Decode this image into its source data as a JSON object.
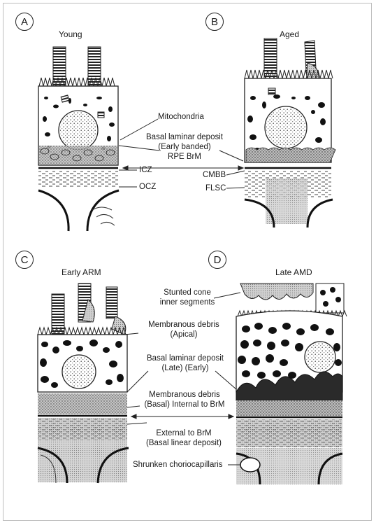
{
  "panels": {
    "a": {
      "letter": "A",
      "title": "Young"
    },
    "b": {
      "letter": "B",
      "title": "Aged"
    },
    "c": {
      "letter": "C",
      "title": "Early ARM"
    },
    "d": {
      "letter": "D",
      "title": "Late AMD"
    }
  },
  "labels_top": {
    "mitochondria": "Mitochondria",
    "bld_line1": "Basal laminar deposit",
    "bld_line2": "(Early banded)",
    "rpe_brm": "RPE BrM",
    "icz": "ICZ",
    "ocz": "OCZ",
    "cmbb": "CMBB",
    "flsc": "FLSC"
  },
  "labels_bottom": {
    "stunted_line1": "Stunted cone",
    "stunted_line2": "inner segments",
    "membranous_apical_line1": "Membranous debris",
    "membranous_apical_line2": "(Apical)",
    "bld_line1": "Basal laminar deposit",
    "bld_line2": "(Late) (Early)",
    "membranous_basal_line1": "Membranous debris",
    "membranous_basal_line2": "(Basal) Internal to BrM",
    "external_line1": "External to BrM",
    "external_line2": "(Basal linear deposit)",
    "shrunken": "Shrunken choriocapillaris"
  }
}
